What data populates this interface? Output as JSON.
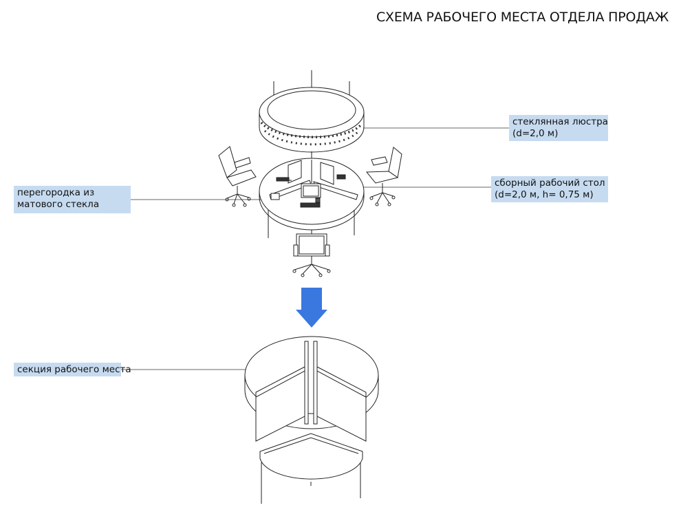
{
  "title": "СХЕМА РАБОЧЕГО МЕСТА ОТДЕЛА ПРОДАЖ",
  "callouts": {
    "chandelier": {
      "line1": "стеклянная люстра",
      "line2": "(d=2,0 м)"
    },
    "desk": {
      "line1": "сборный рабочий стол",
      "line2": "(d=2,0 м, h= 0,75 м)"
    },
    "partition": {
      "line1": "перегородка из",
      "line2": "матового стекла"
    },
    "section": {
      "line1": "секция рабочего места"
    }
  },
  "colors": {
    "label_bg": "#c6dbf0",
    "arrow": "#3a78e0",
    "line": "#222222"
  },
  "icons": {
    "arrow": "arrow-down-icon"
  }
}
